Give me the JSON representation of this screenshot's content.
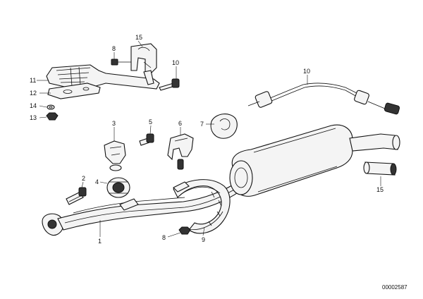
{
  "diagram": {
    "reference": "00002587",
    "callouts": [
      {
        "id": "c-15-top",
        "label": "15"
      },
      {
        "id": "c-8-top",
        "label": "8"
      },
      {
        "id": "c-10-top",
        "label": "10"
      },
      {
        "id": "c-11",
        "label": "11"
      },
      {
        "id": "c-12",
        "label": "12"
      },
      {
        "id": "c-14",
        "label": "14"
      },
      {
        "id": "c-13",
        "label": "13"
      },
      {
        "id": "c-3",
        "label": "3"
      },
      {
        "id": "c-5",
        "label": "5"
      },
      {
        "id": "c-6",
        "label": "6"
      },
      {
        "id": "c-7",
        "label": "7"
      },
      {
        "id": "c-2",
        "label": "2"
      },
      {
        "id": "c-4",
        "label": "4"
      },
      {
        "id": "c-1",
        "label": "1"
      },
      {
        "id": "c-8-bottom",
        "label": "8"
      },
      {
        "id": "c-9",
        "label": "9"
      },
      {
        "id": "c-10-right",
        "label": "10"
      },
      {
        "id": "c-15-right",
        "label": "15"
      }
    ]
  }
}
